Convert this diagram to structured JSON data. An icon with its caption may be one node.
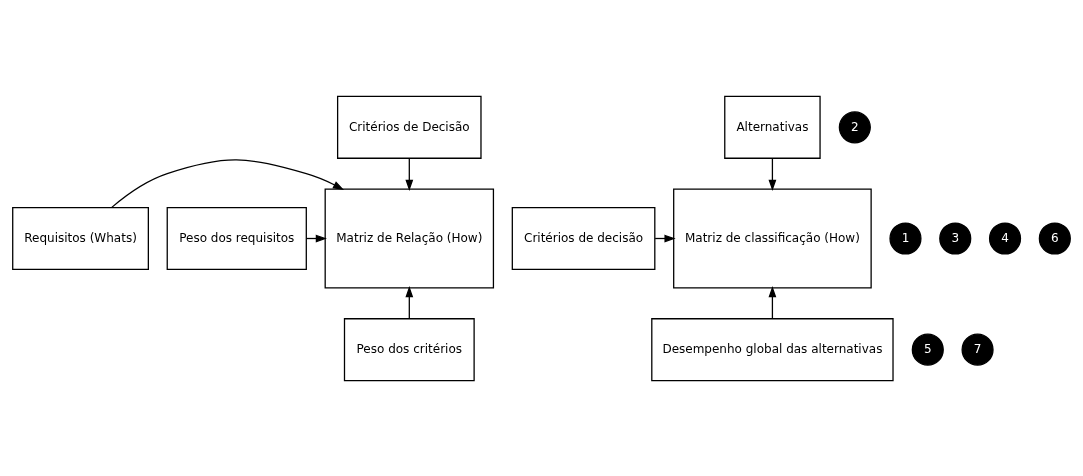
{
  "diagram": {
    "nodes": [
      {
        "text": [
          "Critérios de Decisão"
        ]
      },
      {
        "text": [
          "Requisitos (Whats)"
        ]
      },
      {
        "text": [
          "Matriz de Relação (How)"
        ]
      },
      {
        "text": [
          "Peso dos requisitos"
        ]
      },
      {
        "text": [
          "Peso dos critérios"
        ]
      },
      {
        "text": [
          "Alternativas"
        ]
      },
      {
        "text": [
          "Critérios de decisão"
        ]
      },
      {
        "text": [
          "Matriz de classificação (How)"
        ]
      },
      {
        "text": [
          "Desempenho global das alternativas"
        ]
      },
      {
        "text": [
          "1"
        ]
      },
      {
        "text": [
          "2"
        ]
      },
      {
        "text": [
          "3"
        ]
      },
      {
        "text": [
          "4"
        ]
      },
      {
        "text": [
          "5"
        ]
      },
      {
        "text": [
          "6"
        ]
      },
      {
        "text": [
          "7"
        ]
      }
    ],
    "edges": [
      {
        "from": 0,
        "to": 2,
        "arrow": "to"
      },
      {
        "from": 1,
        "to": 2,
        "arrow": "to"
      },
      {
        "from": 3,
        "to": 2,
        "arrow": "to"
      },
      {
        "from": 4,
        "to": 2,
        "arrow": "to"
      },
      {
        "from": 5,
        "to": 7,
        "arrow": "to"
      },
      {
        "from": 6,
        "to": 7,
        "arrow": "to"
      },
      {
        "from": 8,
        "to": 7,
        "arrow": "to"
      }
    ]
  }
}
